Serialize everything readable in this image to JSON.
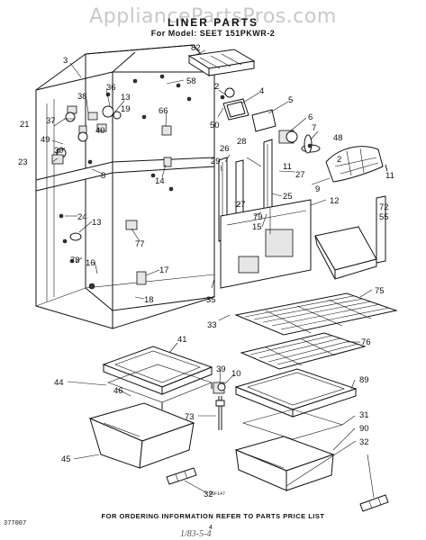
{
  "header": {
    "watermark": "AppliancePartsPros.com",
    "title": "LINER PARTS",
    "model_line": "For Model: SEET 151PKWR-2"
  },
  "footer": {
    "order_note": "FOR ORDERING INFORMATION REFER TO PARTS PRICE LIST",
    "doc_number": "377007",
    "page_number": "4",
    "figure_id": "85F147",
    "signature": "1/83-5-4"
  },
  "callouts": [
    "3",
    "82",
    "58",
    "2",
    "4",
    "5",
    "6",
    "7",
    "48",
    "2",
    "11",
    "21",
    "38",
    "36",
    "13",
    "19",
    "66",
    "50",
    "37",
    "40",
    "49",
    "30",
    "23",
    "26",
    "28",
    "29",
    "27",
    "11",
    "8",
    "14",
    "9",
    "12",
    "72",
    "55",
    "24",
    "13",
    "27",
    "79",
    "15",
    "25",
    "77",
    "78",
    "16",
    "17",
    "18",
    "35",
    "33",
    "75",
    "41",
    "76",
    "39",
    "10",
    "44",
    "46",
    "73",
    "89",
    "31",
    "90",
    "32",
    "45",
    "32"
  ]
}
